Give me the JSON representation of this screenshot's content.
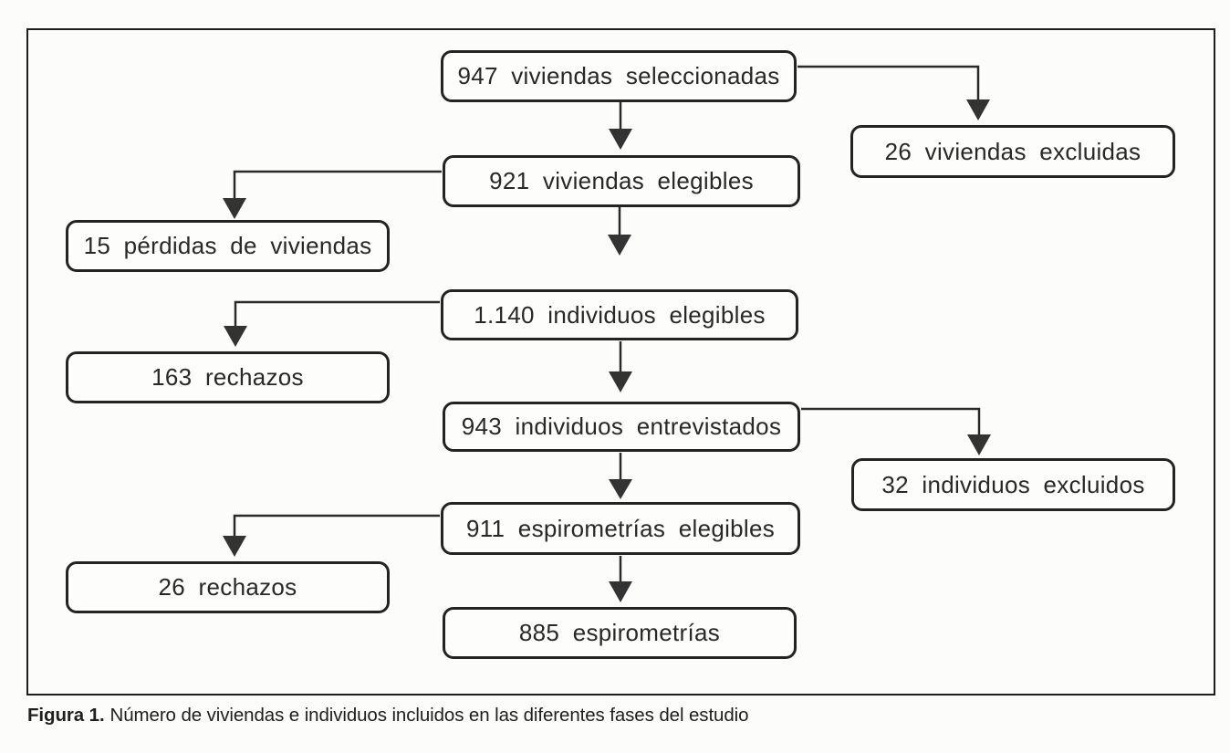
{
  "figure": {
    "caption_label": "Figura 1.",
    "caption_text": "Número de viviendas e individuos incluidos en las diferentes fases del estudio"
  },
  "style": {
    "line_color": "#2a2a2a",
    "arrowhead_color": "#333333",
    "box_border_color": "#232323",
    "text_color": "#282828",
    "background": "#fcfcfb"
  },
  "flowchart": {
    "nodes": [
      {
        "id": "viviendas-seleccionadas",
        "label": "947 viviendas seleccionadas"
      },
      {
        "id": "viviendas-excluidas",
        "label": "26 viviendas excluidas"
      },
      {
        "id": "viviendas-elegibles",
        "label": "921 viviendas elegibles"
      },
      {
        "id": "perdidas-de-viviendas",
        "label": "15 pérdidas de viviendas"
      },
      {
        "id": "individuos-elegibles",
        "label": "1.140 individuos elegibles"
      },
      {
        "id": "rechazos-entrevista",
        "label": "163 rechazos"
      },
      {
        "id": "individuos-entrevistados",
        "label": "943 individuos entrevistados"
      },
      {
        "id": "individuos-excluidos",
        "label": "32 individuos excluidos"
      },
      {
        "id": "espirometrias-elegibles",
        "label": "911 espirometrías elegibles"
      },
      {
        "id": "rechazos-espirometria",
        "label": "26 rechazos"
      },
      {
        "id": "espirometrias",
        "label": "885 espirometrías"
      }
    ],
    "edges": [
      {
        "from": "viviendas-seleccionadas",
        "to": "viviendas-elegibles"
      },
      {
        "from": "viviendas-seleccionadas",
        "to": "viviendas-excluidas"
      },
      {
        "from": "viviendas-elegibles",
        "to": "perdidas-de-viviendas"
      },
      {
        "from": "viviendas-elegibles",
        "to": "individuos-elegibles"
      },
      {
        "from": "individuos-elegibles",
        "to": "rechazos-entrevista"
      },
      {
        "from": "individuos-elegibles",
        "to": "individuos-entrevistados"
      },
      {
        "from": "individuos-entrevistados",
        "to": "individuos-excluidos"
      },
      {
        "from": "individuos-entrevistados",
        "to": "espirometrias-elegibles"
      },
      {
        "from": "espirometrias-elegibles",
        "to": "rechazos-espirometria"
      },
      {
        "from": "espirometrias-elegibles",
        "to": "espirometrias"
      }
    ]
  }
}
